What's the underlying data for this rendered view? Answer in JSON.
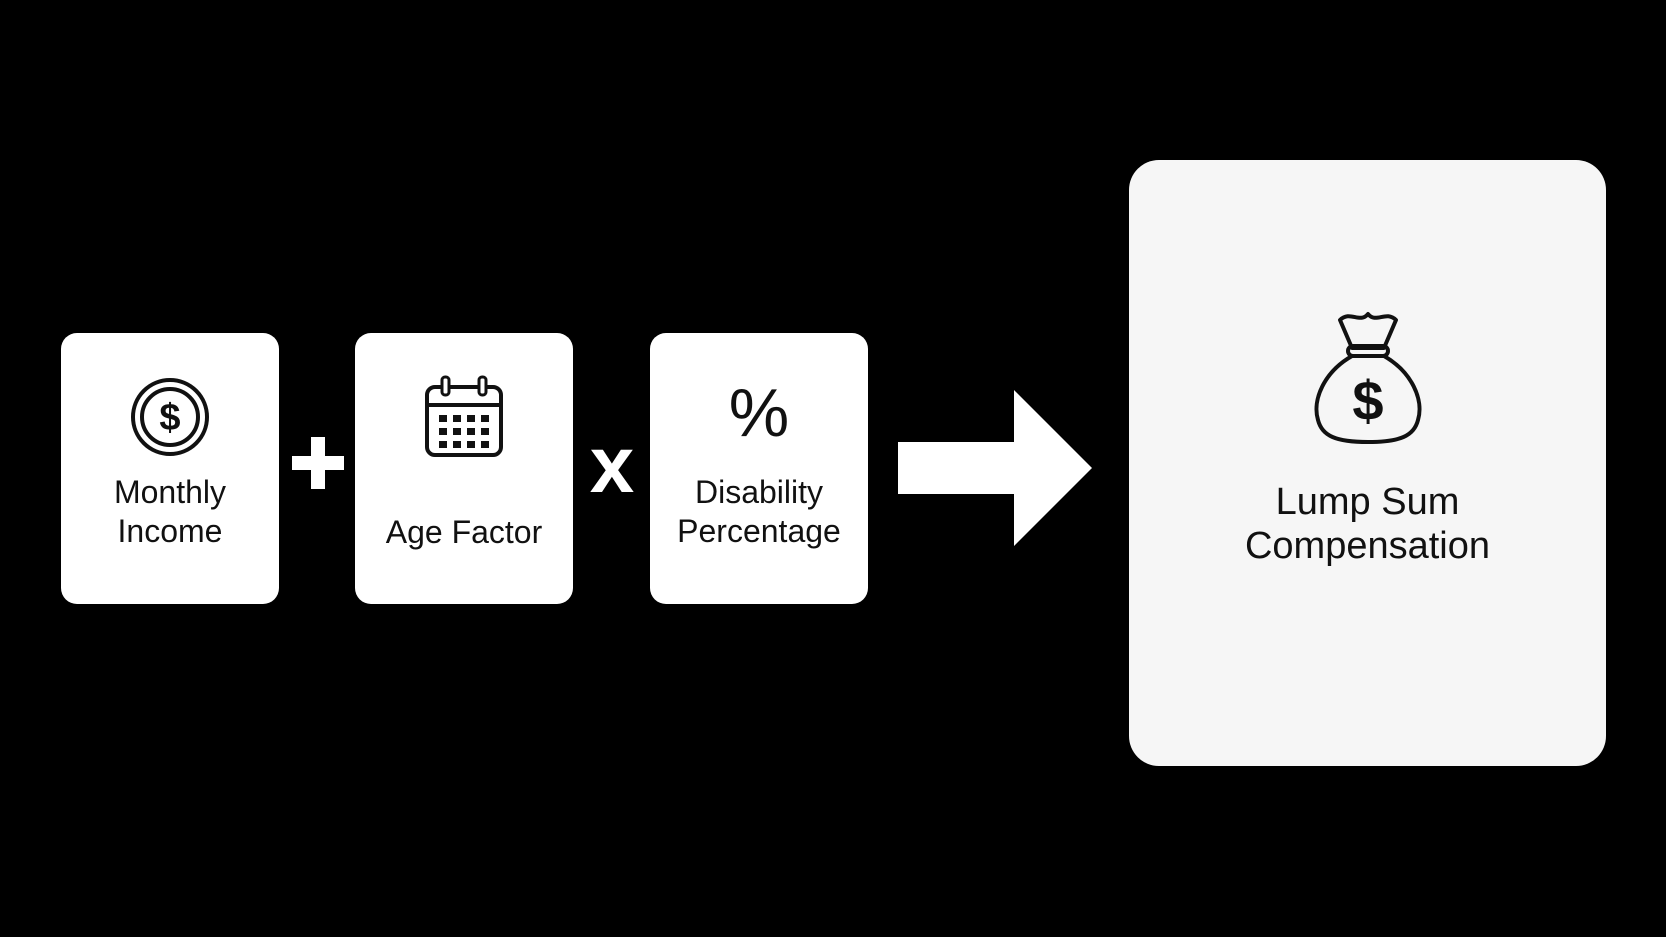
{
  "diagram": {
    "inputs": [
      {
        "label": "Monthly\nIncome",
        "icon": "dollar-coin-icon"
      },
      {
        "label": "Age Factor",
        "icon": "calendar-icon"
      },
      {
        "label": "Disability\nPercentage",
        "icon": "percent-icon",
        "glyph": "%"
      }
    ],
    "operators": {
      "first": "plus-icon",
      "second": "x"
    },
    "arrow_icon": "right-arrow-icon",
    "result": {
      "label": "Lump Sum\nCompensation",
      "icon": "money-bag-icon"
    },
    "colors": {
      "background": "#000000",
      "card": "#ffffff",
      "ink": "#111111"
    }
  }
}
